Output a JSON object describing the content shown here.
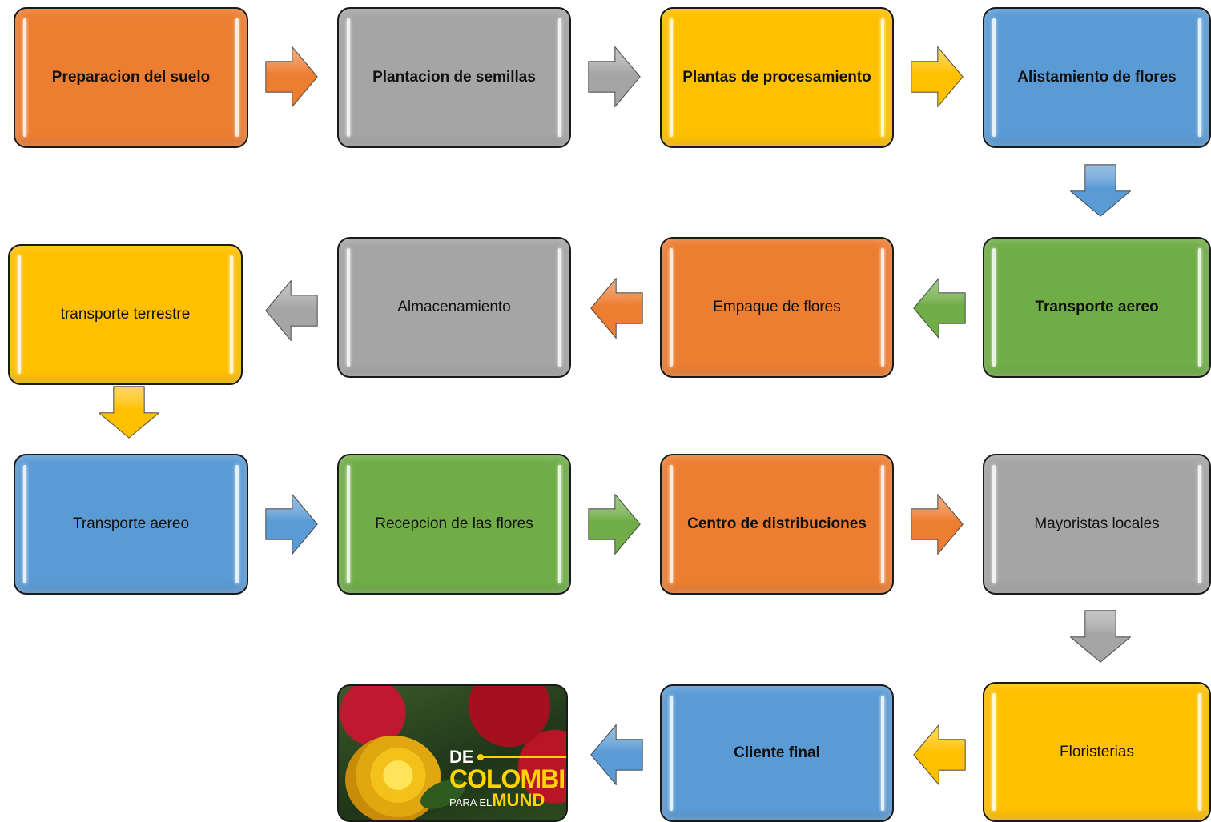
{
  "steps": [
    {
      "label": "Preparacion del suelo"
    },
    {
      "label": "Plantacion de semillas"
    },
    {
      "label": "Plantas de procesamiento"
    },
    {
      "label": "Alistamiento de flores"
    },
    {
      "label": "Transporte aereo"
    },
    {
      "label": "Empaque de flores"
    },
    {
      "label": "Almacenamiento"
    },
    {
      "label": "transporte terrestre"
    },
    {
      "label": "Transporte aereo"
    },
    {
      "label": "Recepcion de las flores"
    },
    {
      "label": "Centro de distribuciones"
    },
    {
      "label": "Mayoristas locales"
    },
    {
      "label": "Floristerias"
    },
    {
      "label": "Cliente final"
    }
  ],
  "image": {
    "line1": "DE",
    "line2": "COLOMBI",
    "line3": "PARA EL",
    "line4": "MUND"
  },
  "colors": {
    "orange": "#ED7D31",
    "gray": "#A5A5A5",
    "yellow": "#FFC000",
    "blue": "#5B9BD5",
    "green": "#70AD47"
  }
}
